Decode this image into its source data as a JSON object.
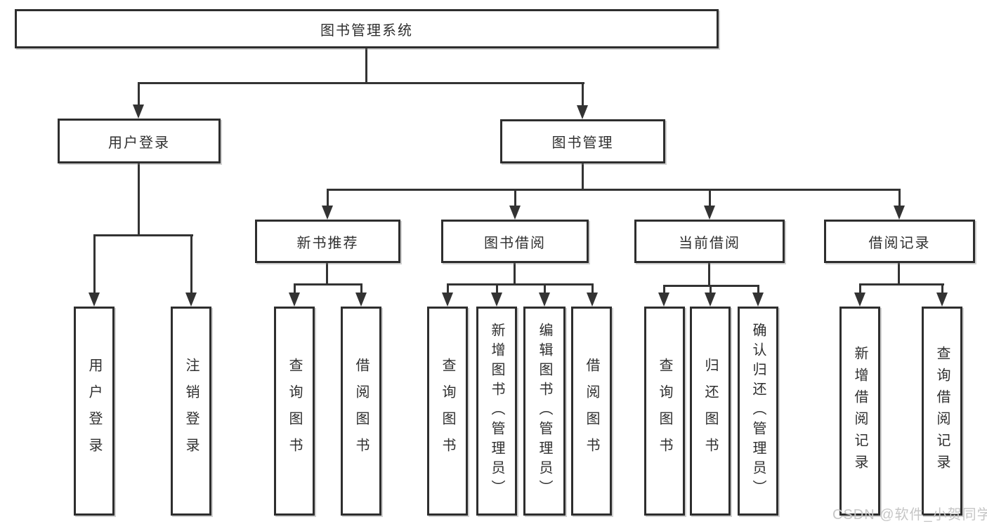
{
  "diagram": {
    "root": {
      "label": "图书管理系统"
    },
    "level2": [
      {
        "label": "用户登录"
      },
      {
        "label": "图书管理"
      }
    ],
    "level3": [
      {
        "label": "新书推荐"
      },
      {
        "label": "图书借阅"
      },
      {
        "label": "当前借阅"
      },
      {
        "label": "借阅记录"
      }
    ],
    "leaves": [
      {
        "label": "用户登录"
      },
      {
        "label": "注销登录"
      },
      {
        "label": "查询图书"
      },
      {
        "label": "借阅图书"
      },
      {
        "label": "查询图书"
      },
      {
        "label": "新增图书（管理员）"
      },
      {
        "label": "编辑图书（管理员）"
      },
      {
        "label": "借阅图书"
      },
      {
        "label": "查询图书"
      },
      {
        "label": "归还图书"
      },
      {
        "label": "确认归还（管理员）"
      },
      {
        "label": "新增借阅记录"
      },
      {
        "label": "查询借阅记录"
      }
    ]
  },
  "watermark": {
    "text": "CSDN @软件_小贺同学"
  },
  "colors": {
    "line": "#333333",
    "box_border": "#2e2e2e",
    "text": "#2f2f2f",
    "watermark": "#c6c6c6",
    "background": "#ffffff"
  }
}
